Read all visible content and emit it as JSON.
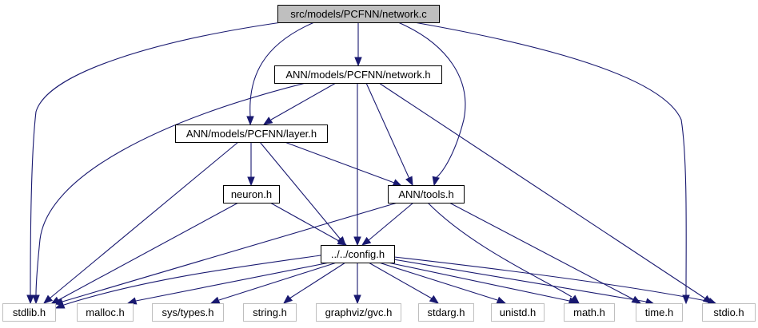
{
  "graph": {
    "nodes": {
      "network_c": {
        "label": "src/models/PCFNN/network.c",
        "style": "root"
      },
      "network_h": {
        "label": "ANN/models/PCFNN/network.h",
        "style": "internal"
      },
      "layer_h": {
        "label": "ANN/models/PCFNN/layer.h",
        "style": "internal"
      },
      "neuron_h": {
        "label": "neuron.h",
        "style": "internal"
      },
      "tools_h": {
        "label": "ANN/tools.h",
        "style": "internal"
      },
      "config_h": {
        "label": "../../config.h",
        "style": "internal"
      },
      "stdlib_h": {
        "label": "stdlib.h",
        "style": "external"
      },
      "malloc_h": {
        "label": "malloc.h",
        "style": "external"
      },
      "systypes_h": {
        "label": "sys/types.h",
        "style": "external"
      },
      "string_h": {
        "label": "string.h",
        "style": "external"
      },
      "gvc_h": {
        "label": "graphviz/gvc.h",
        "style": "external"
      },
      "stdarg_h": {
        "label": "stdarg.h",
        "style": "external"
      },
      "unistd_h": {
        "label": "unistd.h",
        "style": "external"
      },
      "math_h": {
        "label": "math.h",
        "style": "external"
      },
      "time_h": {
        "label": "time.h",
        "style": "external"
      },
      "stdio_h": {
        "label": "stdio.h",
        "style": "external"
      }
    },
    "colors": {
      "edge": "#191970",
      "root_fill": "#bfbfbf",
      "root_border": "#000000",
      "internal_border": "#000000",
      "external_border": "#bfbfbf",
      "fill": "#ffffff",
      "text": "#000000"
    }
  }
}
